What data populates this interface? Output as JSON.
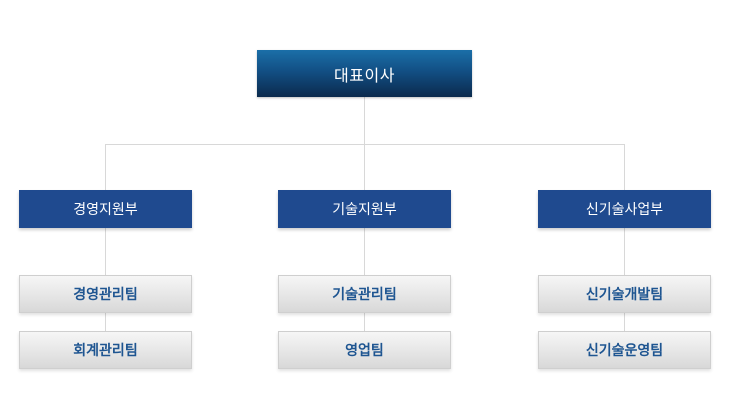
{
  "org_chart": {
    "top": {
      "label": "대표이사"
    },
    "departments": [
      {
        "label": "경영지원부",
        "teams": [
          "경영관리팀",
          "회계관리팀"
        ]
      },
      {
        "label": "기술지원부",
        "teams": [
          "기술관리팀",
          "영업팀"
        ]
      },
      {
        "label": "신기술사업부",
        "teams": [
          "신기술개발팀",
          "신기술운영팀"
        ]
      }
    ],
    "colors": {
      "top_box": "#124f84",
      "department_box": "#1f4a8f",
      "team_box": "#e6e6e6",
      "team_text": "#1e5591",
      "connector": "#d8d8d8"
    }
  }
}
